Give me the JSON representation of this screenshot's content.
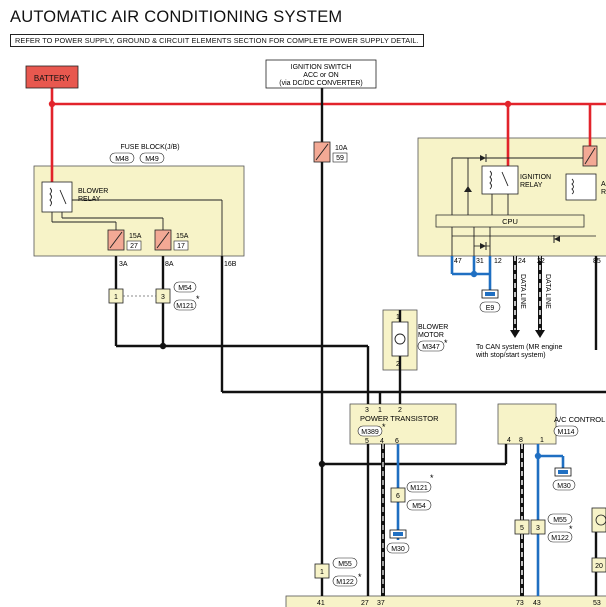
{
  "title": "AUTOMATIC AIR CONDITIONING SYSTEM",
  "ref_note": "REFER TO POWER SUPPLY, GROUND & CIRCUIT ELEMENTS SECTION FOR COMPLETE POWER SUPPLY DETAIL.",
  "battery": {
    "label": "BATTERY"
  },
  "ignition": {
    "line1": "IGNITION SWITCH",
    "line2": "ACC or ON",
    "line3": "(via DC/DC CONVERTER)"
  },
  "fuse_block": {
    "label": "FUSE BLOCK(J/B)",
    "conn1": "M48",
    "conn2": "M49",
    "relay_line1": "BLOWER",
    "relay_line2": "RELAY",
    "fuse1_amp": "15A",
    "fuse1_no": "27",
    "fuse2_amp": "15A",
    "fuse2_no": "17",
    "pin1": "3A",
    "pin2": "8A",
    "pin3": "16B"
  },
  "fuse10": {
    "amp": "10A",
    "no": "59"
  },
  "jc_left": {
    "pin1": "1",
    "pin2": "3",
    "conn1": "M54",
    "conn2": "M121",
    "mark": "*"
  },
  "blower_motor": {
    "line1": "BLOWER",
    "line2": "MOTOR",
    "conn": "M347",
    "mark": "*",
    "pin_top": "1",
    "pin_bottom": "2"
  },
  "power_transistor": {
    "label": "POWER TRANSISTOR",
    "conn": "M389",
    "mark": "*",
    "pin_t1": "3",
    "pin_t2": "1",
    "pin_t3": "2",
    "pin_b1": "5",
    "pin_b2": "4",
    "pin_b3": "6"
  },
  "jc_mid": {
    "pin": "6",
    "conn1": "M121",
    "conn2": "M54",
    "mark": "*",
    "ground": "M30"
  },
  "jc_low": {
    "pin": "1",
    "conn1": "M55",
    "conn2": "M122",
    "mark": "*"
  },
  "ac_control": {
    "label": "A/C CONTROL",
    "conn": "M114",
    "pin1": "4",
    "pin2": "8",
    "pin3": "1",
    "ground": "M30"
  },
  "jc_right": {
    "pin1": "5",
    "pin2": "3",
    "conn1": "M55",
    "conn2": "M122",
    "mark": "*"
  },
  "ecm_box": {
    "relay_line1": "IGNITION",
    "relay_line2": "RELAY",
    "cpu": "CPU",
    "relay2_line1": "A",
    "relay2_line2": "R",
    "pins": [
      "47",
      "31",
      "12",
      "24",
      "22",
      "85"
    ],
    "ground": "E9",
    "data1": "DATA LINE",
    "data2": "DATA LINE"
  },
  "can_note": {
    "line1": "To CAN system (MR engine",
    "line2": "with stop/start system)"
  },
  "bottom_pins": [
    "41",
    "27",
    "37",
    "73",
    "43",
    "53"
  ],
  "right_edge": {
    "pin1": "20"
  },
  "colors": {
    "battery_fill": "#e8584f",
    "power_wire": "#e2232b",
    "signal_wire": "#1f6fc2",
    "box_fill": "#f7f3c8",
    "fuse_fill": "#f3a995"
  }
}
